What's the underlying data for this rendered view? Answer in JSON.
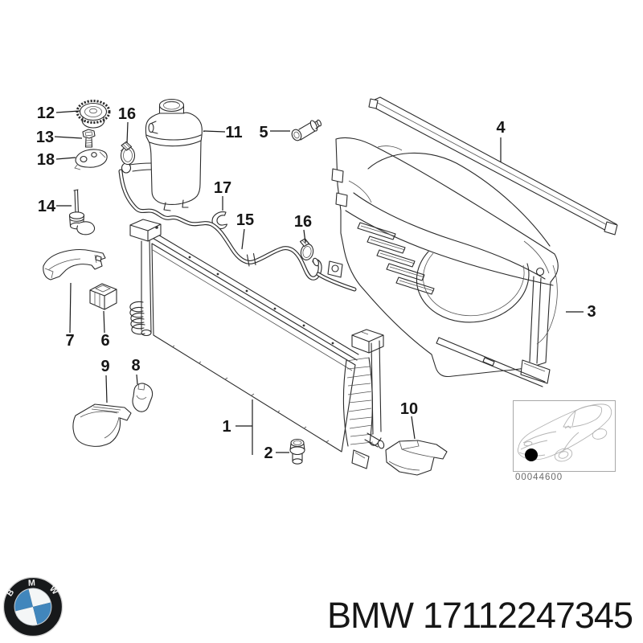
{
  "diagram": {
    "callouts": [
      {
        "ref": "12"
      },
      {
        "ref": "13"
      },
      {
        "ref": "18"
      },
      {
        "ref": "16"
      },
      {
        "ref": "11"
      },
      {
        "ref": "5"
      },
      {
        "ref": "14"
      },
      {
        "ref": "17"
      },
      {
        "ref": "15"
      },
      {
        "ref": "16"
      },
      {
        "ref": "4"
      },
      {
        "ref": "3"
      },
      {
        "ref": "7"
      },
      {
        "ref": "6"
      },
      {
        "ref": "9"
      },
      {
        "ref": "8"
      },
      {
        "ref": "1"
      },
      {
        "ref": "2"
      },
      {
        "ref": "10"
      }
    ],
    "thumbnail_code": "00044600"
  },
  "footer": {
    "brand": "BMW",
    "part_number": "17112247345",
    "logo_letters": [
      "B",
      "M",
      "W"
    ]
  },
  "colors": {
    "line": "#2b2b2b",
    "sketch_line": "#b3b3b3",
    "bmw_blue": "#4186bc",
    "footer_text": "#161616",
    "thumb_code_text": "#6a6a6a"
  }
}
